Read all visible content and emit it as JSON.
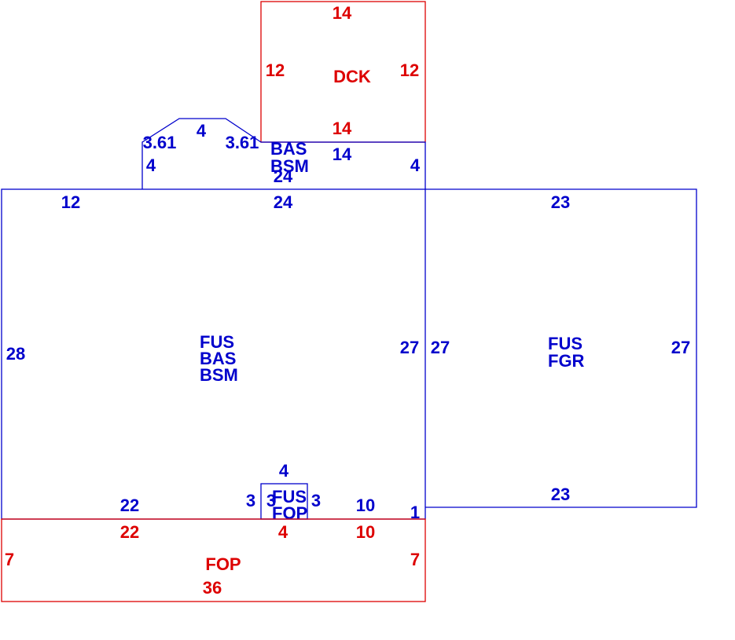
{
  "colors": {
    "main": "#0000cc",
    "attached": "#dd0000",
    "background": "#ffffff"
  },
  "deck": {
    "code": "DCK",
    "top": "14",
    "left": "12",
    "right": "12",
    "bottom": "14"
  },
  "bay": {
    "code_top": "BAS",
    "code_bottom": "BSM",
    "left_angle": "3.61",
    "top": "4",
    "right_angle": "3.61",
    "left": "4",
    "width": "14",
    "right": "4"
  },
  "main_house": {
    "codes": [
      "FUS",
      "BAS",
      "BSM"
    ],
    "top_left": "12",
    "top_center": "24",
    "top_below_bay": "24",
    "left": "28",
    "right": "27",
    "bottom_left": "22",
    "bottom_right": "10",
    "step": "1"
  },
  "garage": {
    "codes": [
      "FUS",
      "FGR"
    ],
    "top": "23",
    "left": "27",
    "right": "27",
    "bottom": "23"
  },
  "small_porch": {
    "codes": [
      "FUS",
      "FOP"
    ],
    "top": "4",
    "left": "3",
    "middle": "3",
    "right": "3",
    "bottom": "4"
  },
  "front_porch": {
    "code": "FOP",
    "top_left": "22",
    "top_right": "10",
    "left": "7",
    "right": "7",
    "bottom": "36"
  }
}
